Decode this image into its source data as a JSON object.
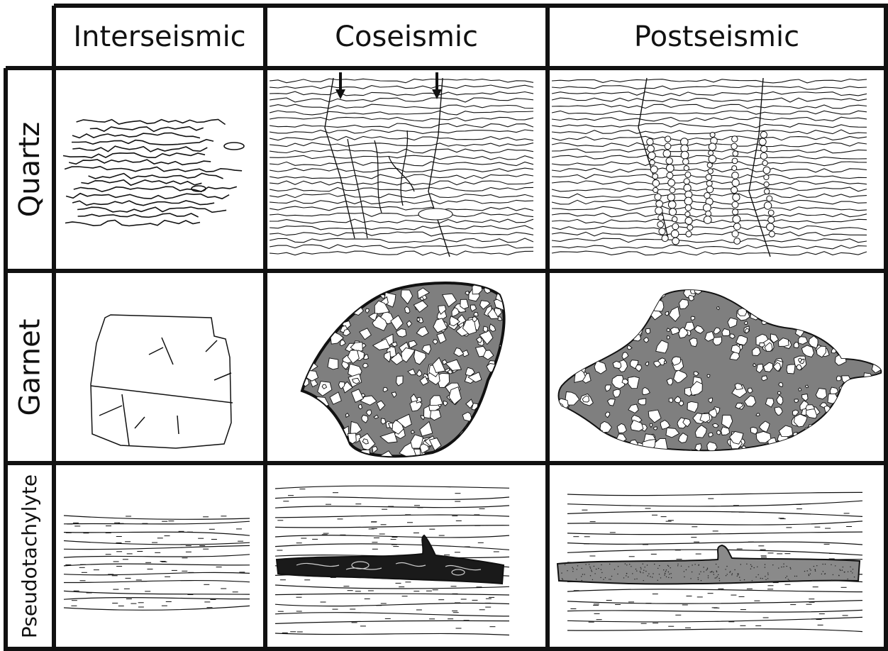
{
  "columns": [
    {
      "label": "Interseismic"
    },
    {
      "label": "Coseismic"
    },
    {
      "label": "Postseismic"
    }
  ],
  "rows": [
    {
      "label": "Quartz"
    },
    {
      "label": "Garnet"
    },
    {
      "label": "Pseudotachylyte"
    }
  ],
  "colors": {
    "line": "#111111",
    "fill_gray": "#7f7f7f",
    "fill_black": "#1a1a1a",
    "grain": "#ffffff"
  }
}
